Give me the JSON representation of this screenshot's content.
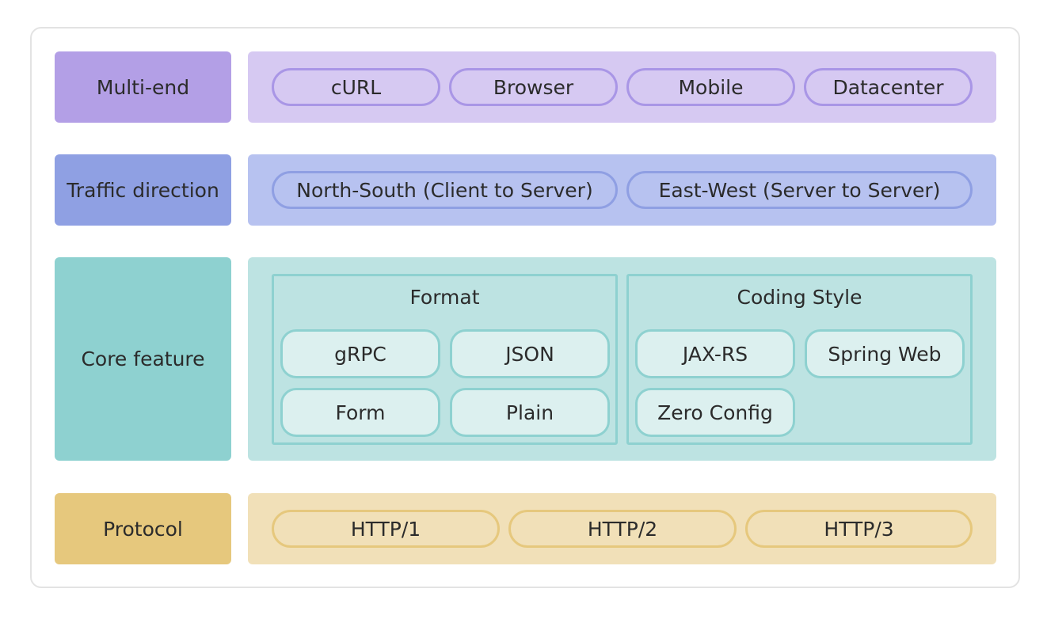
{
  "rows": [
    {
      "label": "Multi-end",
      "items": [
        "cURL",
        "Browser",
        "Mobile",
        "Datacenter"
      ]
    },
    {
      "label": "Traffic direction",
      "items": [
        "North-South (Client to Server)",
        "East-West (Server to Server)"
      ]
    },
    {
      "label": "Core feature",
      "groups": [
        {
          "title": "Format",
          "items": [
            "gRPC",
            "JSON",
            "Form",
            "Plain"
          ]
        },
        {
          "title": "Coding Style",
          "items": [
            "JAX-RS",
            "Spring Web",
            "Zero Config"
          ]
        }
      ]
    },
    {
      "label": "Protocol",
      "items": [
        "HTTP/1",
        "HTTP/2",
        "HTTP/3"
      ]
    }
  ],
  "colors": {
    "multi_end": "#b39fe6",
    "traffic_direction": "#8fa0e3",
    "core_feature": "#8ed1d0",
    "protocol": "#e6c87d"
  }
}
